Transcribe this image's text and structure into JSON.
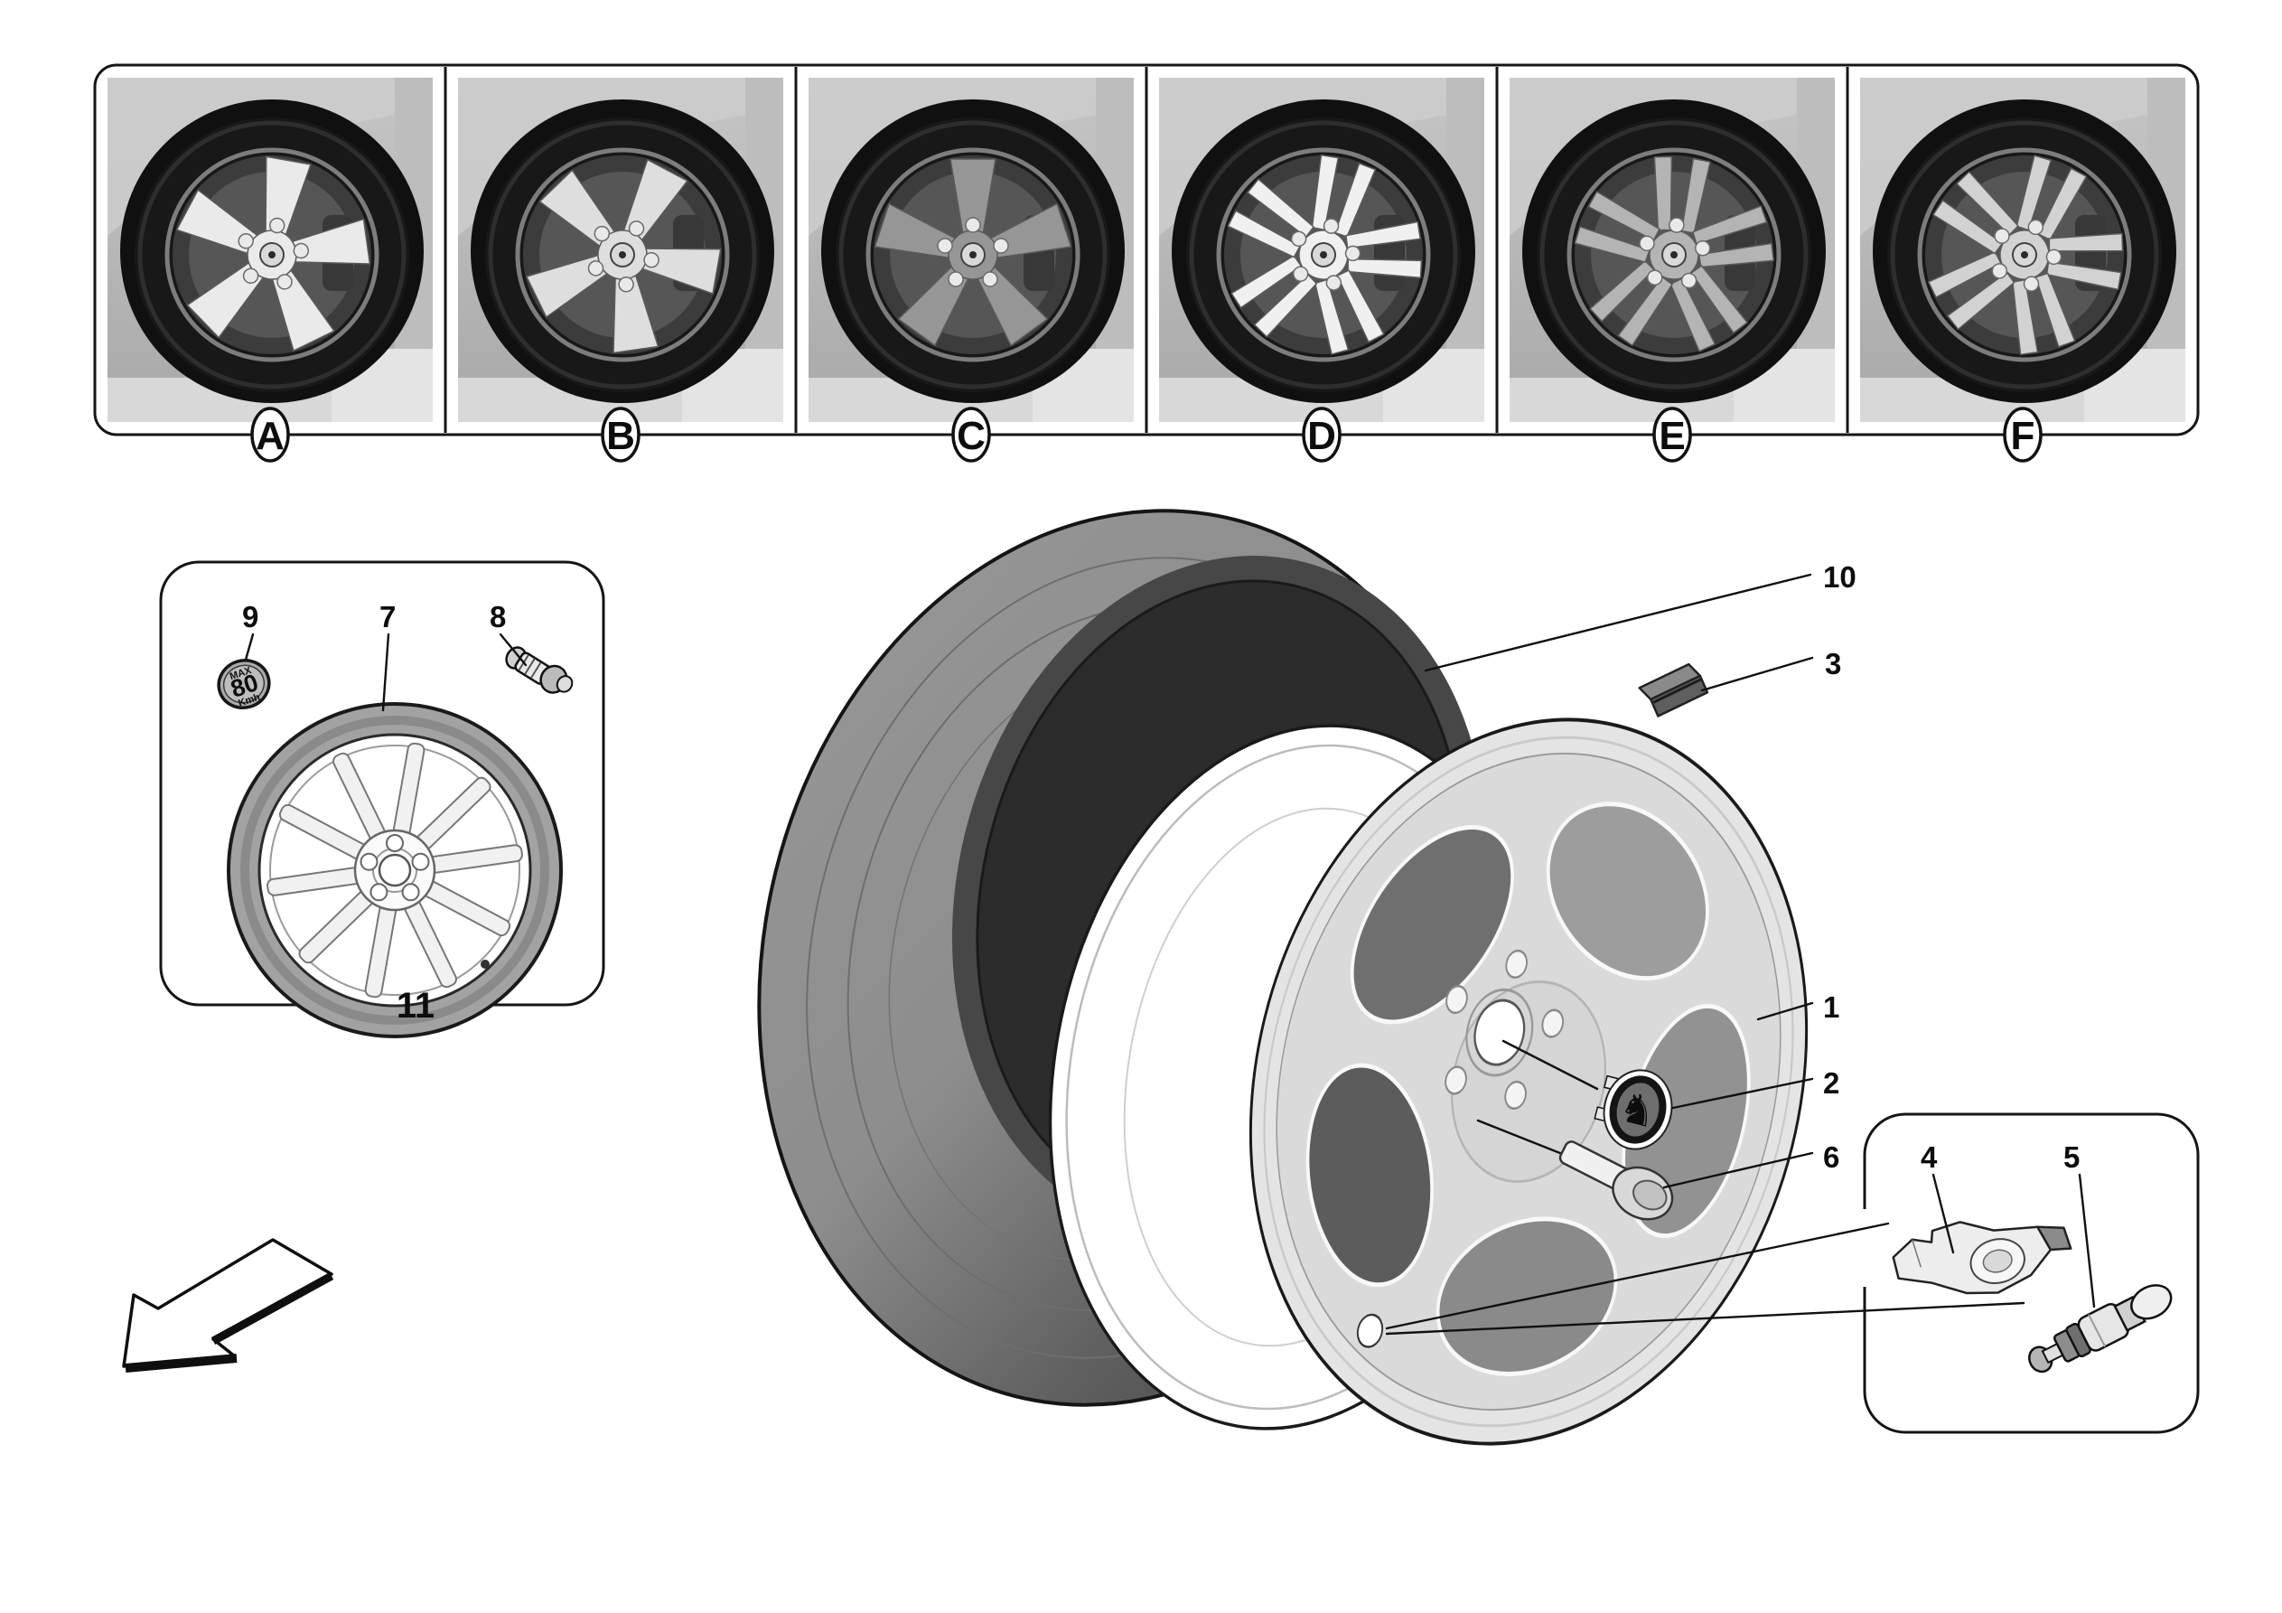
{
  "gallery": {
    "panels": [
      {
        "label": "A",
        "style": "5-spoke bright"
      },
      {
        "label": "B",
        "style": "5-spoke silver"
      },
      {
        "label": "C",
        "style": "5-spoke dark"
      },
      {
        "label": "D",
        "style": "twin-5-spoke bright"
      },
      {
        "label": "E",
        "style": "twin-5-spoke medium"
      },
      {
        "label": "F",
        "style": "twin-5-spoke dark"
      }
    ]
  },
  "spare_box": {
    "label": "11",
    "callouts": {
      "sticker": "9",
      "rim": "7",
      "valve": "8"
    },
    "sticker": {
      "line1": "MAX",
      "line2": "80",
      "line3": "Kmh"
    }
  },
  "assembly": {
    "callouts": {
      "tyre": "10",
      "balance_weight": "3",
      "rim": "1",
      "hub_cap": "2",
      "bolt": "6"
    }
  },
  "sensor_box": {
    "callouts": {
      "bracket": "4",
      "valve": "5"
    }
  },
  "icons": {
    "prancing_horse": "♞"
  },
  "colors": {
    "paper": "#ffffff",
    "line": "#111111",
    "tire_light": "#969696",
    "tire_dark": "#484848",
    "rim_face": "#e4e4e4",
    "photo_body": "#b7b7b7"
  }
}
